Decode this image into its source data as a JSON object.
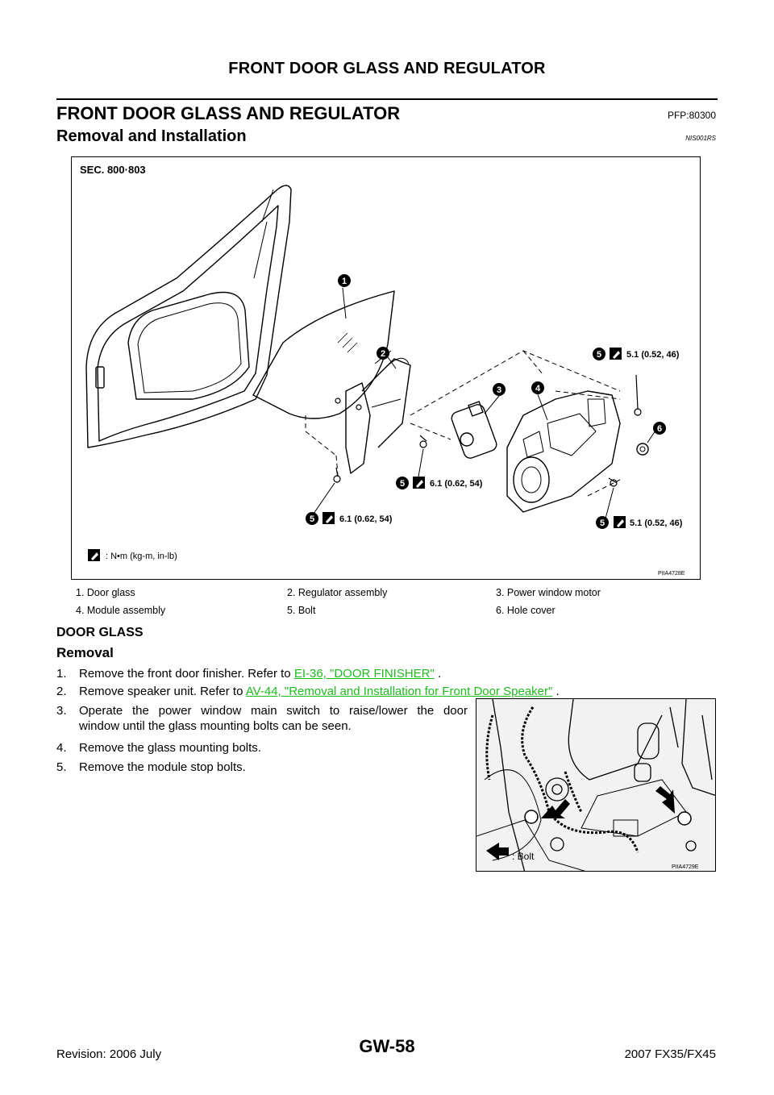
{
  "header": {
    "running_title": "FRONT DOOR GLASS AND REGULATOR"
  },
  "section": {
    "title": "FRONT DOOR GLASS AND REGULATOR",
    "pfp": "PFP:80300",
    "subtitle": "Removal and Installation",
    "code": "NIS001RS"
  },
  "figure1": {
    "sec_label": "SEC. 800·803",
    "torque_1": "5.1 (0.52, 46)",
    "torque_2": "6.1 (0.62, 54)",
    "torque_3": "6.1 (0.62, 54)",
    "torque_4": "5.1 (0.52, 46)",
    "unit_legend": ": N•m (kg-m, in-lb)",
    "image_id": "PIIA4728E",
    "callouts": [
      "1",
      "2",
      "3",
      "4",
      "5",
      "6"
    ]
  },
  "legend": {
    "row1": [
      "1.   Door glass",
      "2.   Regulator assembly",
      "3.   Power window  motor"
    ],
    "row2": [
      "4.   Module assembly",
      "5.   Bolt",
      "6.   Hole cover"
    ]
  },
  "door_glass": {
    "heading": "DOOR GLASS",
    "removal": "Removal",
    "steps": [
      {
        "num": "1.",
        "text": "Remove the front door finisher. Refer to ",
        "link": "EI-36, \"DOOR FINISHER\"",
        "after": " ."
      },
      {
        "num": "2.",
        "text": "Remove speaker unit. Refer to ",
        "link": "AV-44, \"Removal and Installation for Front Door Speaker\"",
        "after": " ."
      },
      {
        "num": "3.",
        "line1": "Operate the power window main switch to raise/lower the door",
        "line2": "window until the glass mounting bolts can be seen."
      },
      {
        "num": "4.",
        "text": "Remove the glass mounting bolts."
      },
      {
        "num": "5.",
        "text": "Remove the module stop bolts."
      }
    ]
  },
  "figure2": {
    "bolt_label": ": Bolt",
    "image_id": "PIIA4729E"
  },
  "footer": {
    "revision": "Revision: 2006 July",
    "page": "GW-58",
    "model": "2007 FX35/FX45"
  }
}
